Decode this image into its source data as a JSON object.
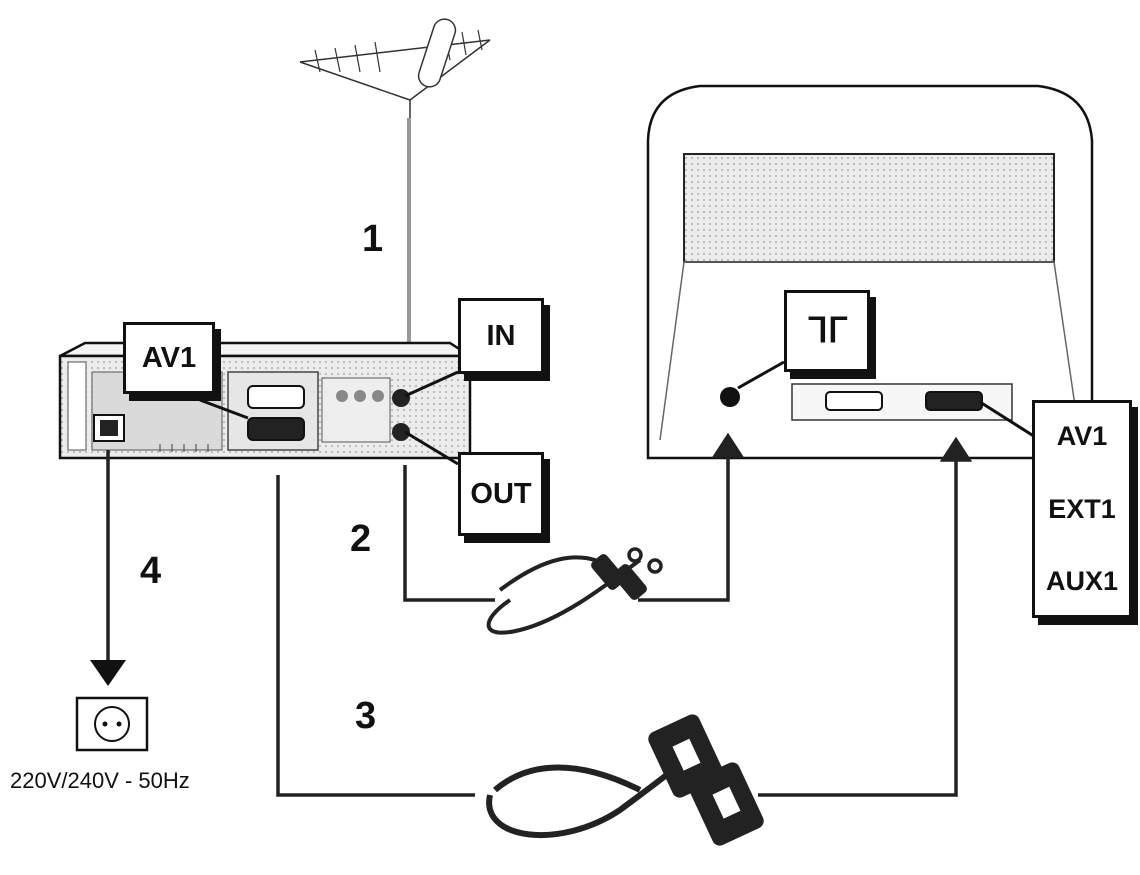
{
  "steps": {
    "antenna": "1",
    "rf_cable": "2",
    "scart_cable": "3",
    "power": "4"
  },
  "vcr": {
    "av_label": "AV1",
    "in_label": "IN",
    "out_label": "OUT"
  },
  "tv": {
    "aerial_symbol": "ᒣᒥ",
    "scart_labels": [
      "AV1",
      "EXT1",
      "AUX1"
    ]
  },
  "power": {
    "spec": "220V/240V - 50Hz"
  },
  "colors": {
    "ink": "#111111",
    "paper": "#ffffff",
    "panel": "#e2e2e2",
    "shade": "#cfcfcf"
  },
  "icons": [
    "antenna-icon",
    "vcr-icon",
    "tv-icon",
    "coax-cable-icon",
    "scart-cable-icon",
    "wall-socket-icon"
  ]
}
